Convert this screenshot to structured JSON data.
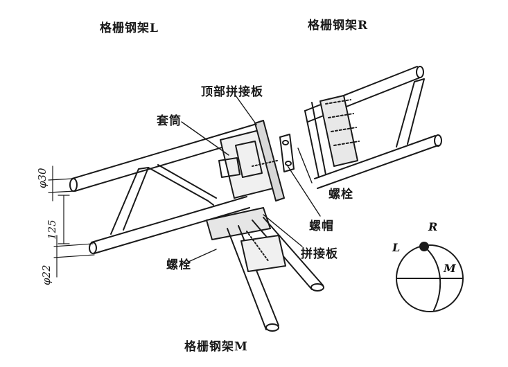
{
  "labels": {
    "frame_l": "格栅钢架L",
    "frame_r": "格栅钢架R",
    "frame_m": "格栅钢架M",
    "top_plate": "顶部拼接板",
    "sleeve": "套筒",
    "bolt_right": "螺栓",
    "nut": "螺帽",
    "splice_plate": "拼接板",
    "bolt_left": "螺栓"
  },
  "dimensions": {
    "d30": "φ30",
    "d125": "125",
    "d22": "φ22"
  },
  "inset": {
    "l": "L",
    "r": "R",
    "m": "M"
  }
}
